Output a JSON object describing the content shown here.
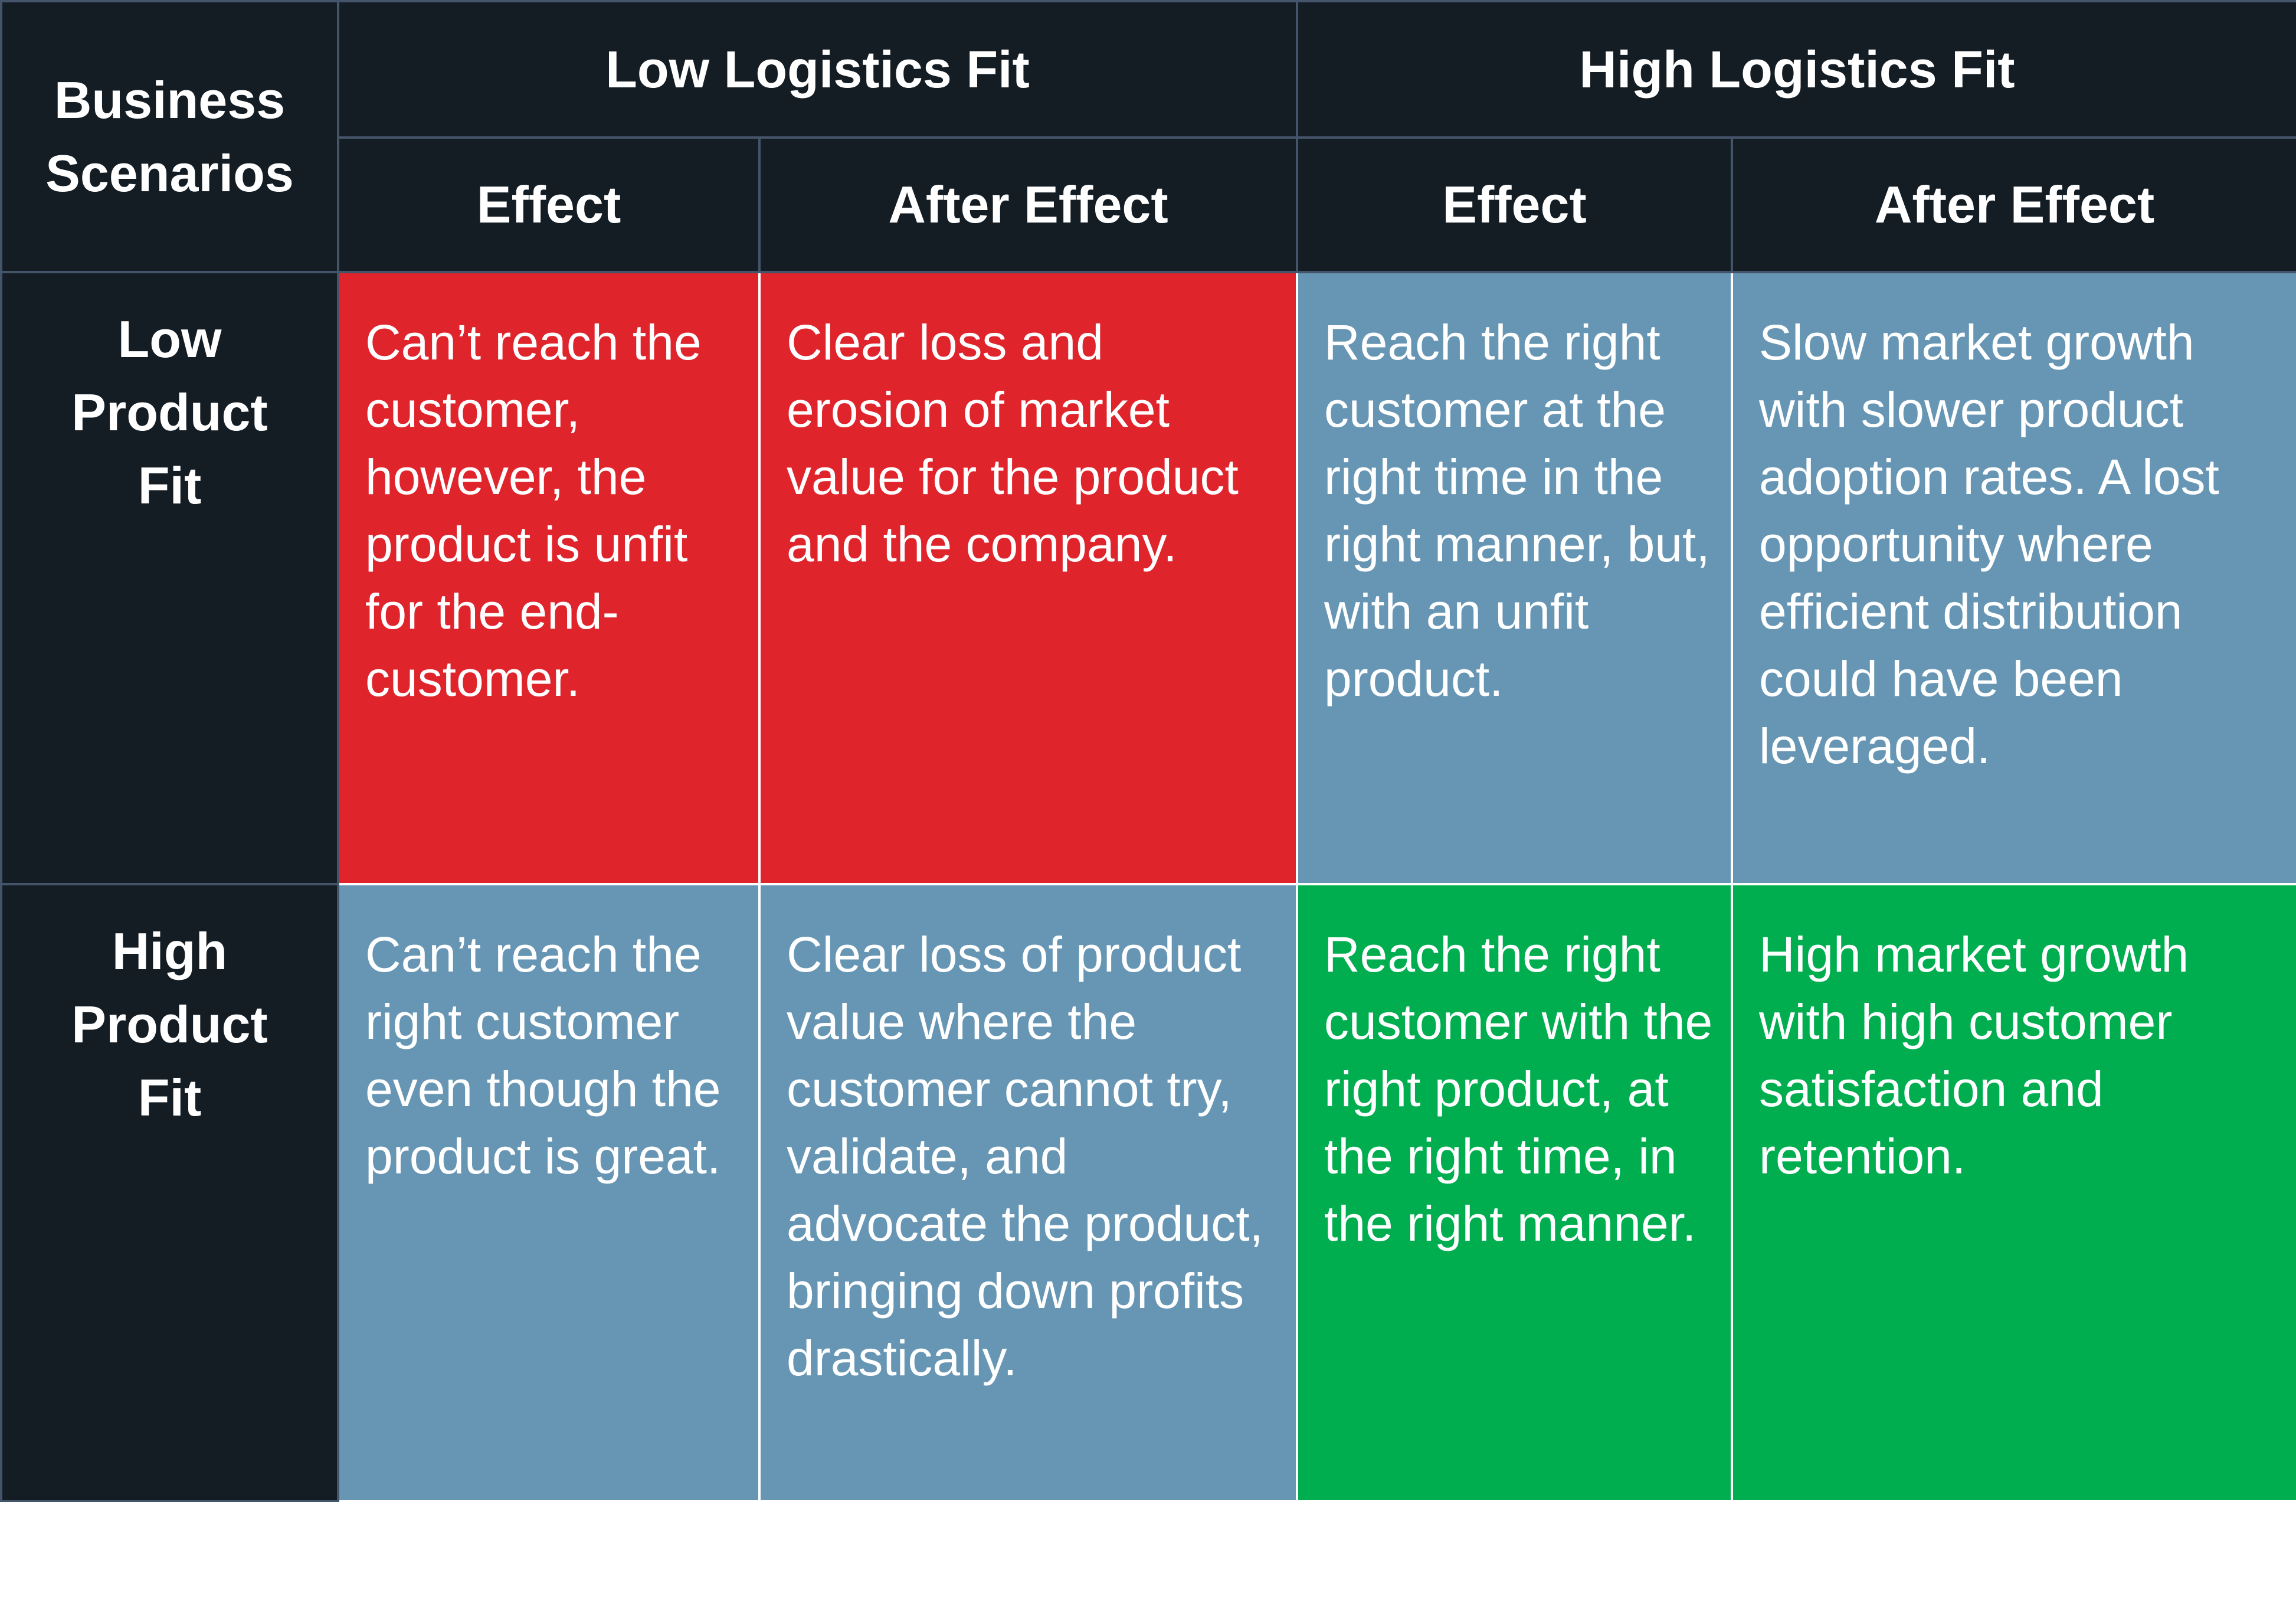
{
  "header": {
    "corner": "Business Scenarios",
    "low_logistics": "Low Logistics Fit",
    "high_logistics": "High Logistics Fit",
    "effect": "Effect",
    "after_effect": "After Effect"
  },
  "rows": [
    {
      "label": "Low Product Fit",
      "cells": [
        {
          "text": "Can’t reach the customer, however, the product is unfit for the end-customer.",
          "color": "#df242c"
        },
        {
          "text": "Clear loss and erosion of market value for the product and the company.",
          "color": "#df242c"
        },
        {
          "text": "Reach the right customer at the right time in the right manner, but, with an unfit product.",
          "color": "#6796b4"
        },
        {
          "text": "Slow market growth with slower product adoption rates. A lost opportunity where efficient distribution could have been leveraged.",
          "color": "#6796b4"
        }
      ]
    },
    {
      "label": "High Product Fit",
      "cells": [
        {
          "text": "Can’t reach the right customer even though the product is great.",
          "color": "#6796b4"
        },
        {
          "text": "Clear loss of product value where the customer cannot try, validate, and advocate the product, bringing down profits drastically.",
          "color": "#6796b4"
        },
        {
          "text": "Reach the right customer with the right product, at the right time, in the right manner.",
          "color": "#00ad4f"
        },
        {
          "text": "High market growth with high customer satisfaction and retention.",
          "color": "#00ad4f"
        }
      ]
    }
  ]
}
